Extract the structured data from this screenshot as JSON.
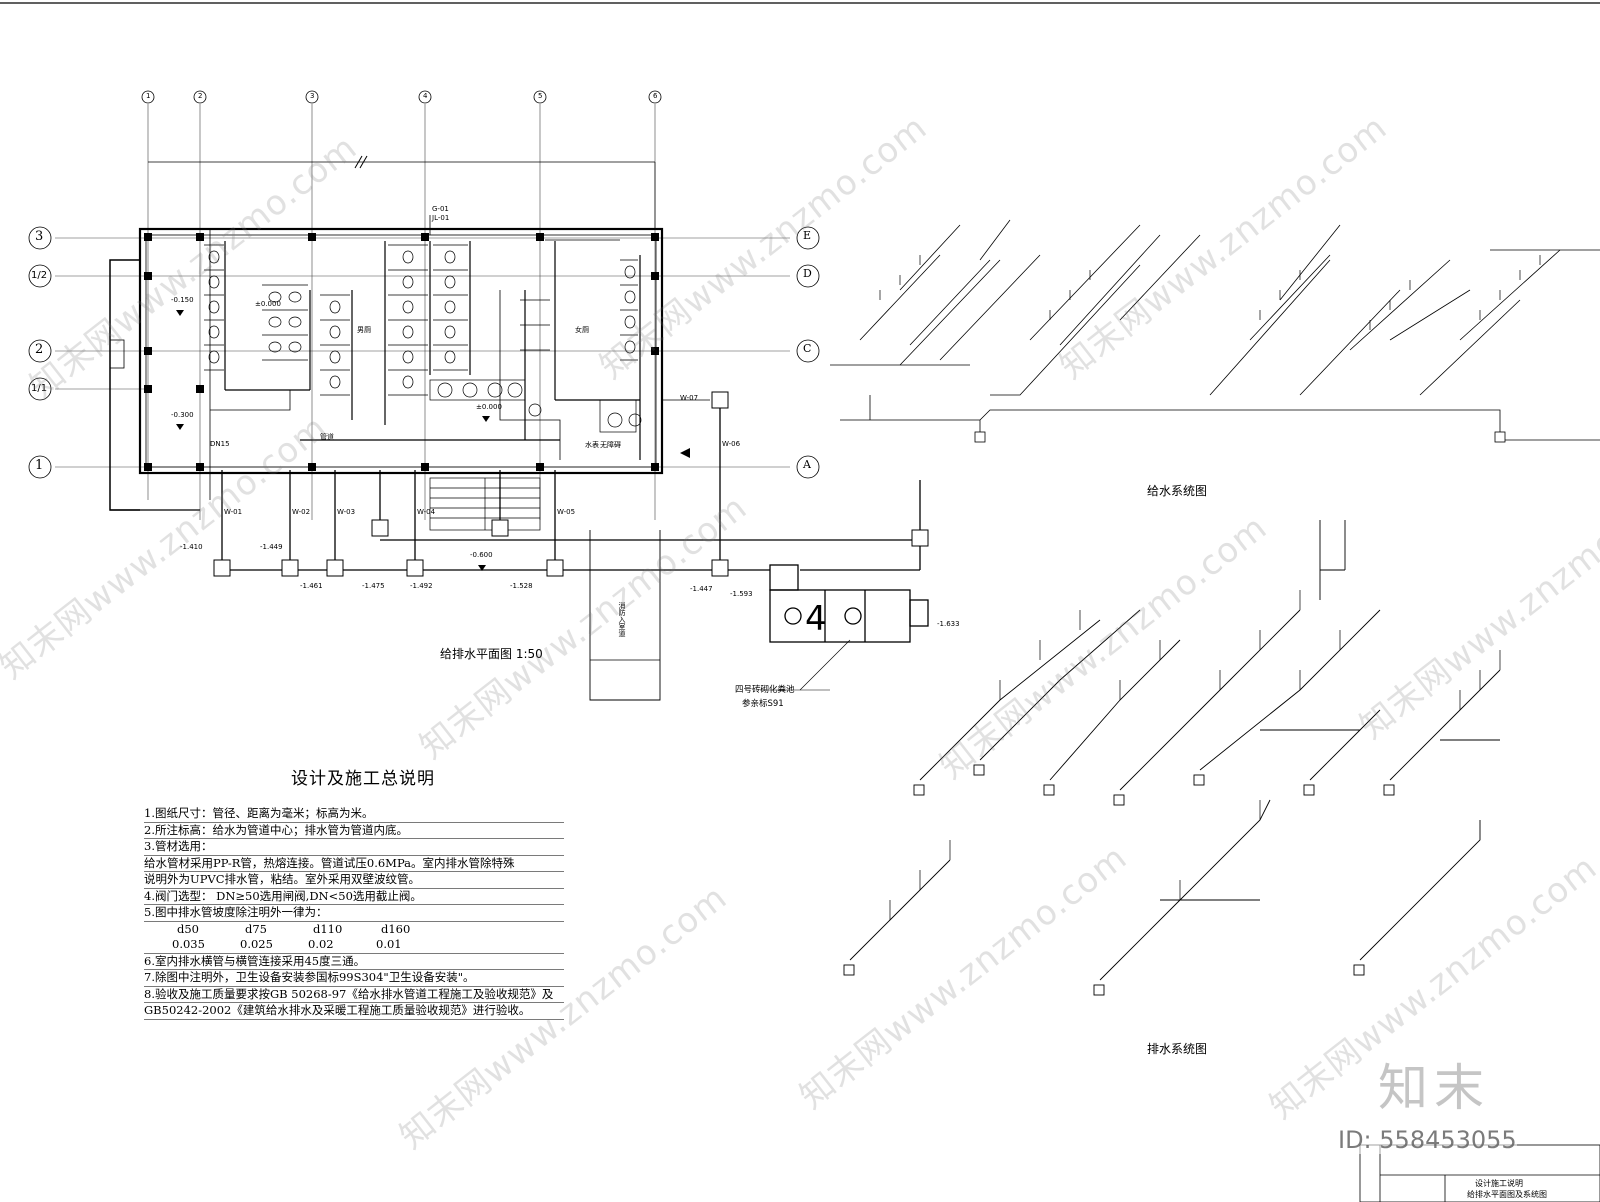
{
  "plan": {
    "title": "给排水平面图 1:50",
    "col_labels": [
      "1",
      "2",
      "3",
      "4",
      "5",
      "6"
    ],
    "row_labels_left": [
      "3",
      "1/2",
      "2",
      "1/1",
      "1"
    ],
    "row_labels_right": [
      "E",
      "D",
      "C",
      "A"
    ],
    "elevations": [
      "-0.150",
      "-0.300",
      "±0.000",
      "±0.000",
      "-0.600",
      "-1.410",
      "-1.449",
      "-1.461",
      "-1.475",
      "-1.492",
      "-1.528",
      "-1.593",
      "-1.633",
      "-1.447"
    ],
    "pipe_labels": [
      "DN15",
      "W-07",
      "W-01",
      "W-02",
      "W-03",
      "W-04",
      "W-05",
      "W-06",
      "G-01",
      "JL-01"
    ],
    "room_labels": [
      "管道",
      "水表",
      "男厕",
      "女厕",
      "无障碍"
    ],
    "septic_label_1": "四号砖砌化粪池",
    "septic_label_2": "参亲标S91",
    "road_label": "消防入室道"
  },
  "supply_system": {
    "title": "给水系统图"
  },
  "drainage_system": {
    "title": "排水系统图"
  },
  "notes": {
    "title": "设计及施工总说明",
    "lines": [
      "1.图纸尺寸：管径、距离为毫米；标高为米。",
      "2.所注标高：给水为管道中心；排水管为管道内底。",
      "3.管材选用：",
      "    给水管材采用PP-R管，热熔连接。管道试压0.6MPa。室内排水管除特殊",
      "说明外为UPVC排水管，粘结。室外采用双壁波纹管。",
      "4.阀门选型：   DN≥50选用闸阀,DN<50选用截止阀。",
      "5.图中排水管坡度除注明外一律为："
    ],
    "slope_headers": [
      "d50",
      "d75",
      "d110",
      "d160"
    ],
    "slope_values": [
      "0.035",
      "0.025",
      "0.02",
      "0.01"
    ],
    "lines_after": [
      "6.室内排水横管与横管连接采用45度三通。",
      "7.除图中注明外，卫生设备安装参国标99S304\"卫生设备安装\"。",
      "8.验收及施工质量要求按GB 50268-97《给水排水管道工程施工及验收规范》及",
      "GB50242-2002《建筑给水排水及采暖工程施工质量验收规范》进行验收。"
    ]
  },
  "title_block": {
    "line1": "设计施工说明",
    "line2": "给排水平面图及系统图"
  },
  "watermark": {
    "text": "知末网www.znzmo.com",
    "logo": "知末",
    "id": "ID: 558453055"
  }
}
